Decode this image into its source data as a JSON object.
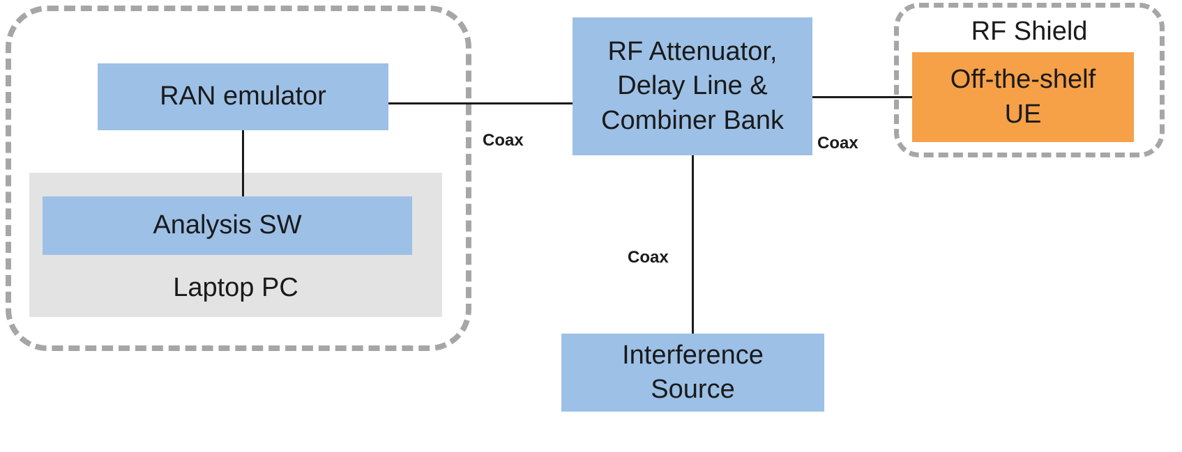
{
  "diagram": {
    "ran_emulator": "RAN emulator",
    "analysis_sw": "Analysis SW",
    "laptop_pc": "Laptop PC",
    "rf_attenuator": [
      "RF Attenuator,",
      "Delay Line &",
      "Combiner Bank"
    ],
    "rf_shield": "RF Shield",
    "ue": [
      "Off-the-shelf",
      "UE"
    ],
    "interference": [
      "Interference",
      "Source"
    ],
    "coax_left": "Coax",
    "coax_right": "Coax",
    "coax_bottom": "Coax"
  },
  "colors": {
    "box_blue": "#9dc0e6",
    "panel_gray": "#e3e3e3",
    "ue_orange": "#f6a048",
    "dash_gray": "#a6a6a6"
  }
}
